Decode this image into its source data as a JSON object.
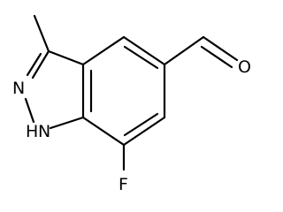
{
  "molecule": {
    "atoms": {
      "aldehyde_oxygen": "O",
      "ring_nitrogen": "N",
      "nh_nitrogen": "N",
      "nh_hydrogen": "H",
      "fluorine": "F"
    }
  }
}
